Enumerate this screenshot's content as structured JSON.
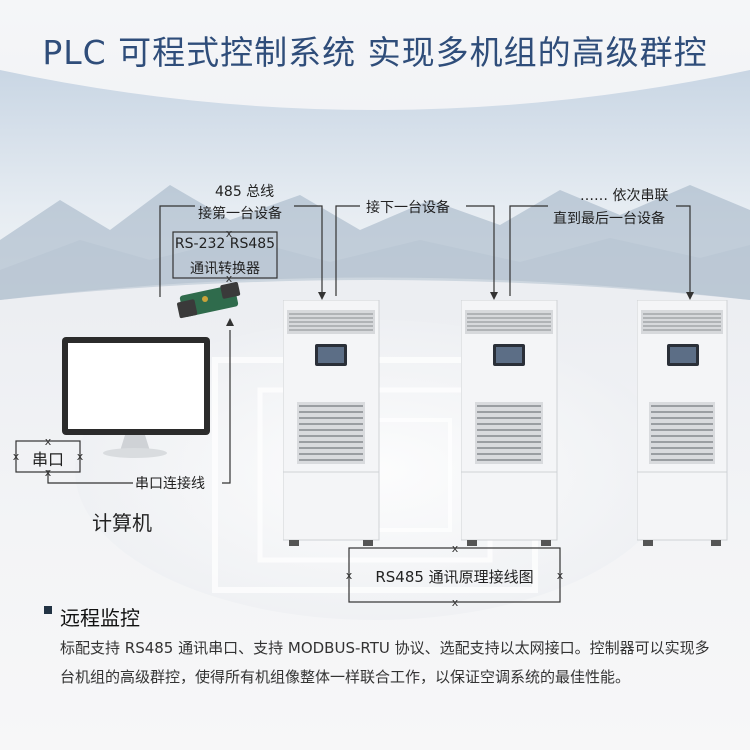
{
  "title": "PLC 可程式控制系统  实现多机组的高级群控",
  "labels": {
    "bus_line1": "485 总线",
    "bus_line2": "接第一台设备",
    "converter_line1": "RS-232 RS485",
    "converter_line2": "通讯转换器",
    "next_device": "接下一台设备",
    "chain_line1": "…… 依次串联",
    "chain_line2": "直到最后一台设备",
    "serial_port": "串口",
    "serial_cable": "串口连接线",
    "computer": "计算机",
    "wiring_diagram": "RS485 通讯原理接线图"
  },
  "section": {
    "heading": "远程监控",
    "description": "标配支持 RS485 通讯串口、支持 MODBUS-RTU 协议、选配支持以太网接口。控制器可以实现多台机组的高级群控，使得所有机组像整体一样联合工作，以保证空调系统的最佳性能。"
  },
  "colors": {
    "title": "#2f4d7a",
    "line": "#333333",
    "unit_body": "#f4f5f7"
  }
}
